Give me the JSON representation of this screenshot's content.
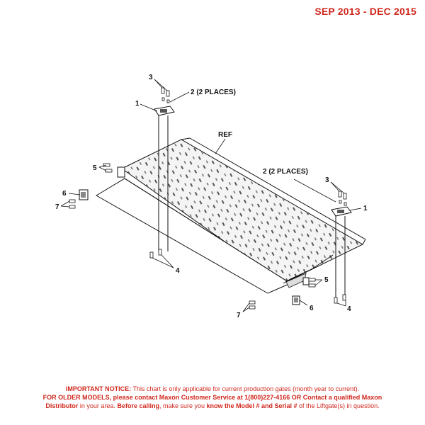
{
  "header": {
    "date_range": "SEP 2013 - DEC 2015"
  },
  "callouts": {
    "c1a": "1",
    "c2a": "2 (2 PLACES)",
    "c3a": "3",
    "ref": "REF",
    "c5a": "5",
    "c6a": "6",
    "c7a": "7",
    "c2b": "2 (2 PLACES)",
    "c3b": "3",
    "c1b": "1",
    "c4a": "4",
    "c5b": "5",
    "c6b": "6",
    "c7b": "7",
    "c4b": "4"
  },
  "notice": {
    "l1_bold": "IMPORTANT NOTICE:",
    "l1_rest": " This chart is only applicable for current production gates (month year to current).",
    "l2_bold": "FOR OLDER MODELS, please contact Maxon Customer Service at 1(800)227-4166 OR Contact a qualified Maxon",
    "l3_bold1": "Distributor",
    "l3_t1": " in your area. ",
    "l3_bold2": "Before calling",
    "l3_t2": ", make sure you ",
    "l3_bold3": "know the Model # and Serial #",
    "l3_t3": " of the Liftgate(s) in question."
  },
  "colors": {
    "notice_red": "#d0281e",
    "line": "#111111"
  }
}
